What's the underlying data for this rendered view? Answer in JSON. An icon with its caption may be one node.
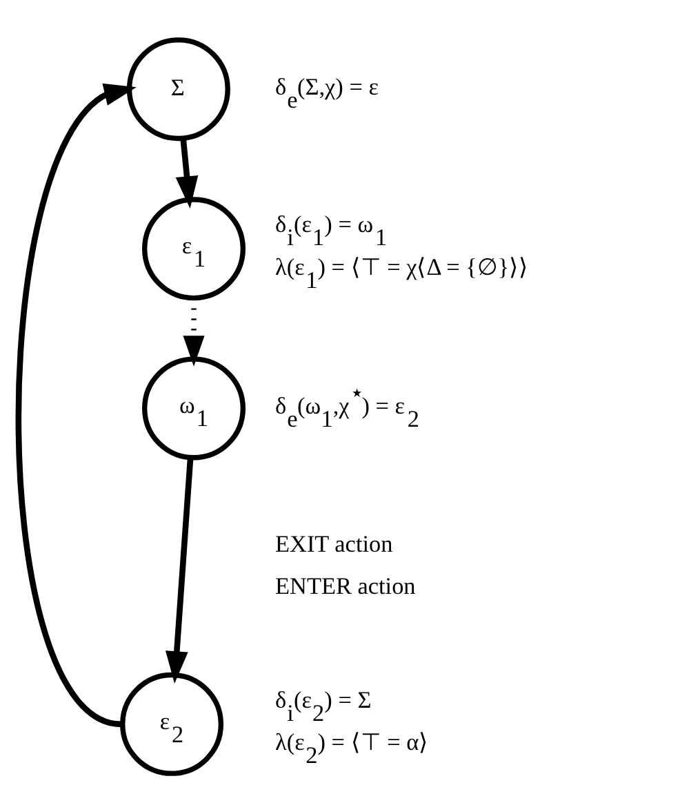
{
  "diagram": {
    "nodes": [
      {
        "text": [
          "Σ"
        ],
        "beside": [
          "δ$_{e}$(Σ,χ) = ε"
        ]
      },
      {
        "text": [
          "ε$_{1}$"
        ],
        "beside": [
          "δ$_{i}$(ε$_{1}$) = ω$_{1}$",
          "λ(ε$_{1}$) = ⟨⊤ = χ⟨Δ = {∅}⟩⟩"
        ]
      },
      {
        "text": [
          "ω$_{1}$"
        ],
        "beside": [
          "δ$_{e}$(ω$_{1}$,χ$^{⋆}$) = ε$_{2}$"
        ]
      },
      {
        "text": [
          "ε$_{2}$"
        ],
        "beside": [
          "δ$_{i}$(ε$_{2}$) = Σ",
          "λ(ε$_{2}$) = ⟨⊤ = α⟩"
        ]
      }
    ],
    "edges": [
      {
        "from": 0,
        "to": 1,
        "arrow": "to"
      },
      {
        "from": 1,
        "to": 2,
        "arrow": "to",
        "style": "dashed"
      },
      {
        "from": 2,
        "to": 3,
        "arrow": "to"
      },
      {
        "from": 3,
        "to": 0,
        "arrow": "to"
      }
    ],
    "labels": [
      "EXIT action",
      "ENTER action"
    ]
  }
}
